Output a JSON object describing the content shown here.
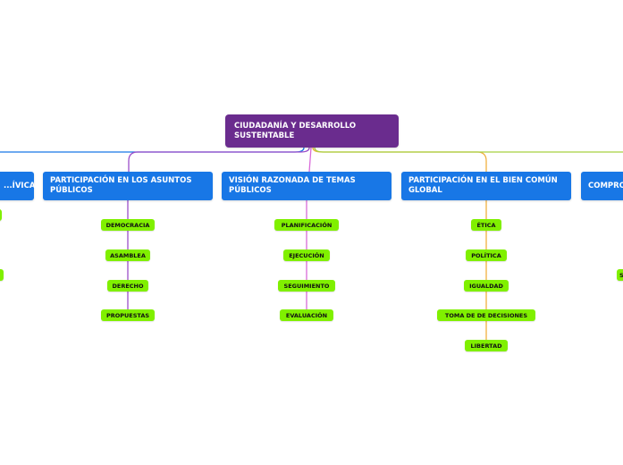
{
  "root": {
    "label": "CIUDADANÍA Y DESARROLLO SUSTENTABLE",
    "color": "#6a2c8e"
  },
  "branches": [
    {
      "label": "...ÍVICA",
      "color": "#1877e6",
      "line_color": "#1877e6",
      "items": []
    },
    {
      "label": "PARTICIPACIÓN EN LOS ASUNTOS PÚBLICOS",
      "color": "#1877e6",
      "line_color": "#9b4dc9",
      "items": [
        "DEMOCRACIA",
        "ASAMBLEA",
        "DERECHO",
        "PROPUESTAS"
      ]
    },
    {
      "label": "VISIÓN RAZONADA DE TEMAS PÚBLICOS",
      "color": "#1877e6",
      "line_color": "#d96ad9",
      "items": [
        "PLANIFICACIÓN",
        "EJECUCIÓN",
        "SEGUIMIENTO",
        "EVALUACIÓN"
      ]
    },
    {
      "label": "PARTICIPACIÓN EN EL BIEN COMÚN GLOBAL",
      "color": "#1877e6",
      "line_color": "#f0b040",
      "items": [
        "ÉTICA",
        "POLÍTICA",
        "IGUALDAD",
        "TOMA DE DE DECISIONES",
        "LIBERTAD"
      ]
    },
    {
      "label": "COMPRO",
      "color": "#1877e6",
      "line_color": "#a8d040",
      "items": [
        "S"
      ]
    }
  ],
  "leaf_color": "#80f000"
}
